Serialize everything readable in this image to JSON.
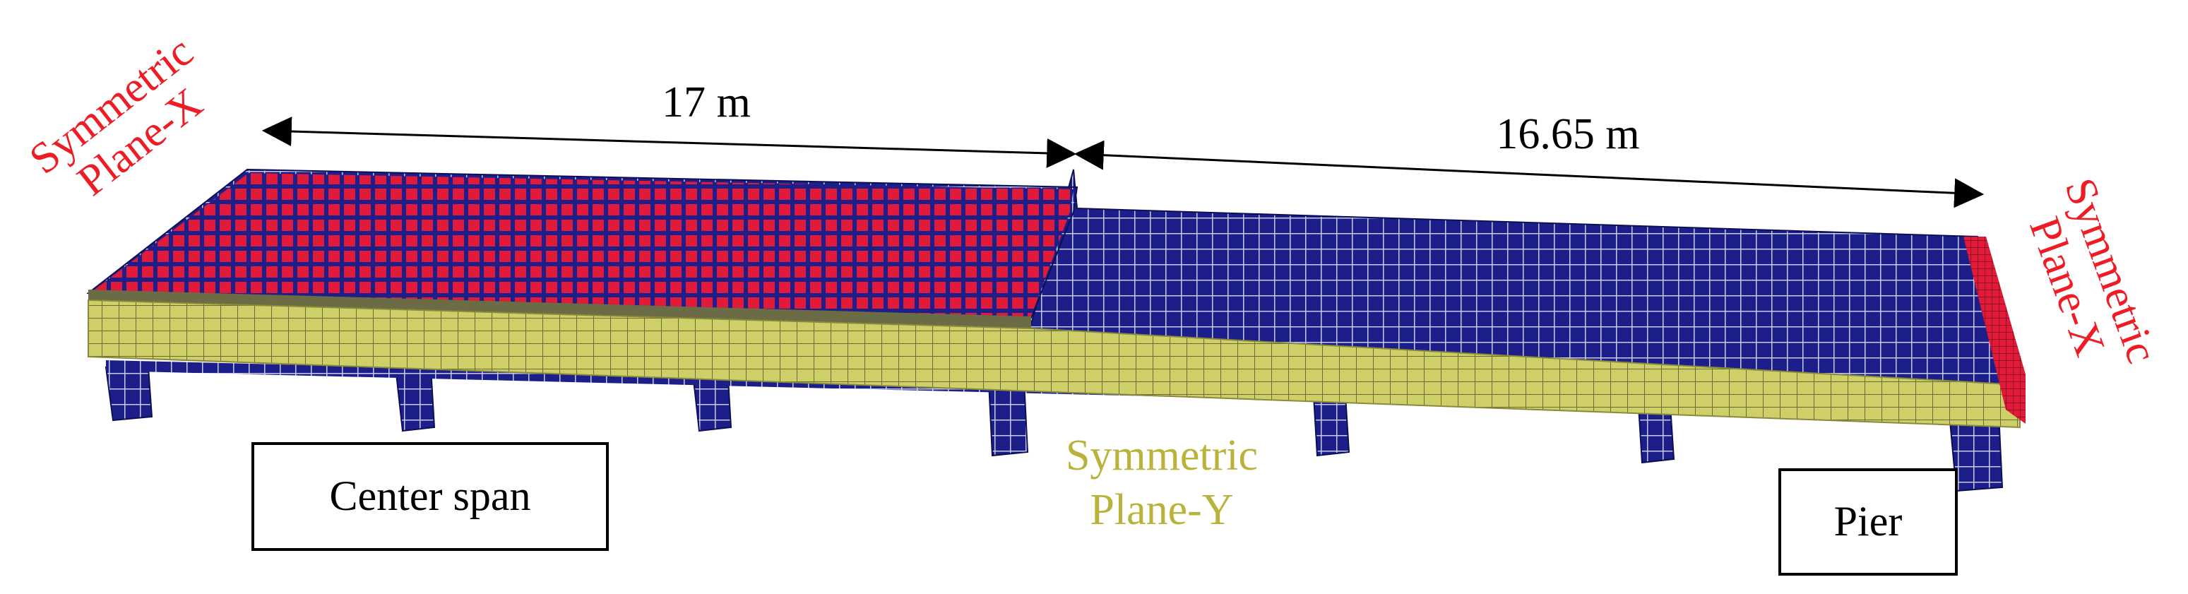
{
  "dimensions": {
    "left_span": "17 m",
    "right_span": "16.65 m"
  },
  "labels": {
    "sym_plane_x_left": [
      "Symmetric",
      "Plane-X"
    ],
    "sym_plane_x_right": [
      "Symmetric",
      "Plane-X"
    ],
    "sym_plane_y": [
      "Symmetric",
      "Plane-Y"
    ],
    "center_span": "Center span",
    "pier": "Pier"
  },
  "colors": {
    "mesh_blue": "#1c1f8a",
    "mesh_red": "#e21a3a",
    "mesh_yellow": "#cfcf6a",
    "label_red": "#ee1c25",
    "label_yellow": "#b9b33c"
  }
}
